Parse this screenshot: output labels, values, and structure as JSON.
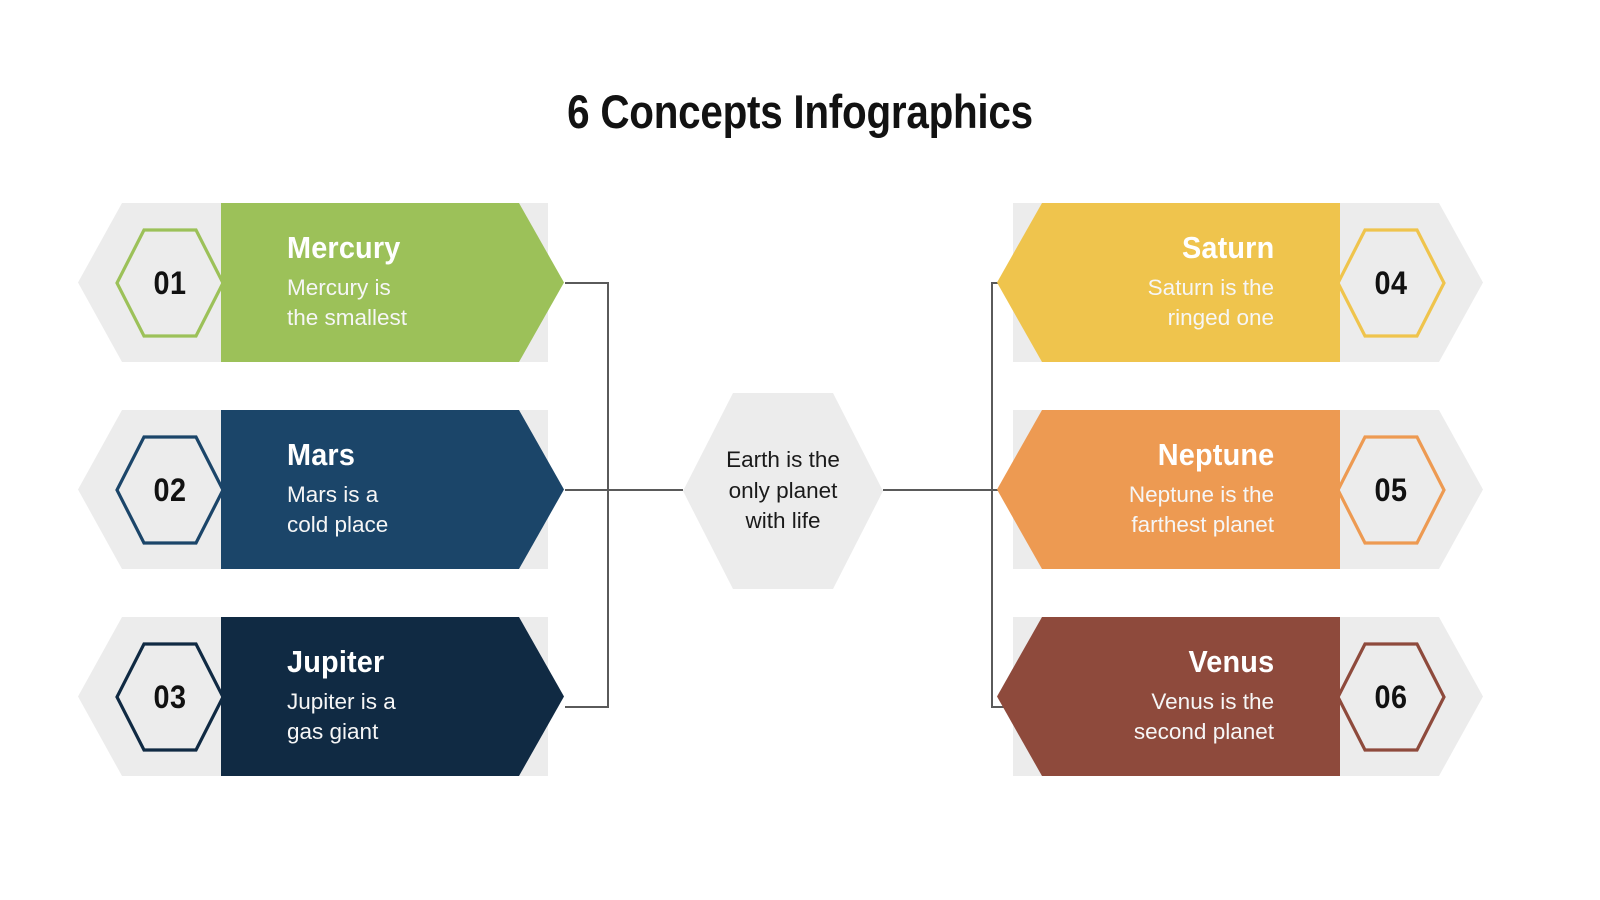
{
  "title": "6 Concepts Infographics",
  "center": {
    "text": "Earth is the\nonly planet\nwith life"
  },
  "colors": {
    "mercury": "#9CC159",
    "mars": "#1B4569",
    "jupiter": "#102A43",
    "saturn": "#EFC košt",
    "plate_grey": "#ECECEC",
    "connector": "#5A5A5A",
    "title_black": "#121212"
  },
  "cards": [
    {
      "number": "01",
      "name": "Mercury",
      "desc": "Mercury is\nthe smallest",
      "color": "#9CC159",
      "side": "left"
    },
    {
      "number": "02",
      "name": "Mars",
      "desc": "Mars is a\ncold place",
      "color": "#1B4569",
      "side": "left"
    },
    {
      "number": "03",
      "name": "Jupiter",
      "desc": "Jupiter is a\ngas giant",
      "color": "#102A43",
      "side": "left"
    },
    {
      "number": "04",
      "name": "Saturn",
      "desc": "Saturn is the\nringed one",
      "color": "#EFC44D",
      "side": "right"
    },
    {
      "number": "05",
      "name": "Neptune",
      "desc": "Neptune is the\nfarthest planet",
      "color": "#ED9A52",
      "side": "right"
    },
    {
      "number": "06",
      "name": "Venus",
      "desc": "Venus is the\nsecond planet",
      "color": "#8E4A3C",
      "side": "right"
    }
  ]
}
